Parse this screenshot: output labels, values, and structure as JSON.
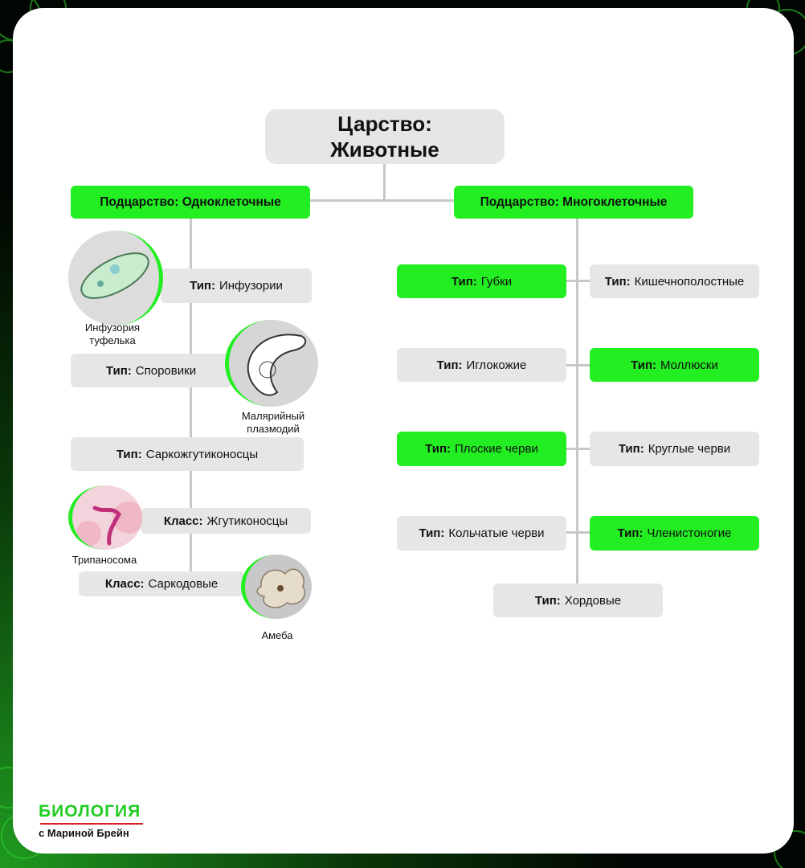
{
  "root": {
    "line1": "Царство:",
    "line2": "Животные"
  },
  "sub_left": "Подцарство: Одноклеточные",
  "sub_right": "Подцарство: Многоклеточные",
  "left": {
    "t1": {
      "prefix": "Тип:",
      "name": "Инфузории"
    },
    "t2": {
      "prefix": "Тип:",
      "name": "Споровики"
    },
    "t3": {
      "prefix": "Тип:",
      "name": "Саркожгутиконосцы"
    },
    "c1": {
      "prefix": "Класс:",
      "name": "Жгутиконосцы"
    },
    "c2": {
      "prefix": "Класс:",
      "name": "Саркодовые"
    }
  },
  "captions": {
    "infusoria": "Инфузория туфелька",
    "plasmodium": "Малярийный плазмодий",
    "trypanosoma": "Трипаносома",
    "amoeba": "Амеба"
  },
  "right": {
    "r1a": {
      "prefix": "Тип:",
      "name": "Губки"
    },
    "r1b": {
      "prefix": "Тип:",
      "name": "Кишечнополостные"
    },
    "r2a": {
      "prefix": "Тип:",
      "name": "Иглокожие"
    },
    "r2b": {
      "prefix": "Тип:",
      "name": "Моллюски"
    },
    "r3a": {
      "prefix": "Тип:",
      "name": "Плоские черви"
    },
    "r3b": {
      "prefix": "Тип:",
      "name": "Круглые черви"
    },
    "r4a": {
      "prefix": "Тип:",
      "name": "Кольчатые черви"
    },
    "r4b": {
      "prefix": "Тип:",
      "name": "Членистоногие"
    },
    "r5": {
      "prefix": "Тип:",
      "name": "Хордовые"
    }
  },
  "logo": {
    "main": "БИОЛОГИЯ",
    "sub": "с Мариной Брейн"
  },
  "colors": {
    "accent_green": "#22ee22",
    "box_gray": "#e6e6e6",
    "logo_green": "#22cc22",
    "logo_red": "#d82020"
  }
}
